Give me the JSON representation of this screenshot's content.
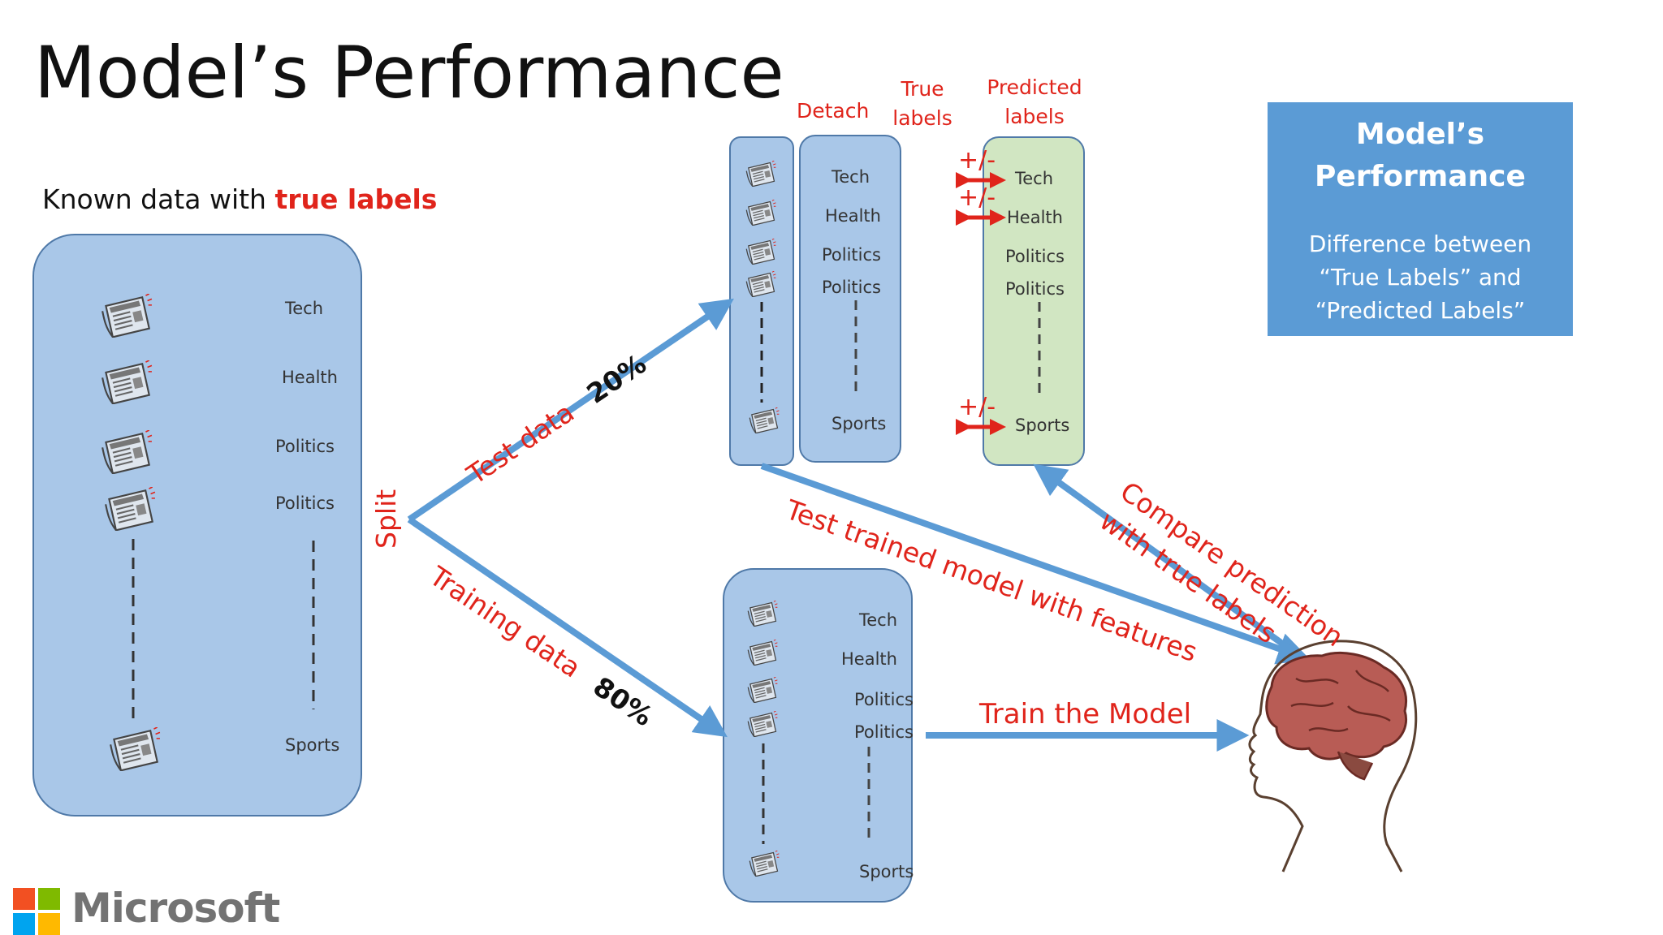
{
  "title": "Model’s Performance",
  "known_data": {
    "prefix": "Known data with ",
    "highlight": "true labels",
    "labels": [
      "Tech",
      "Health",
      "Politics",
      "Politics",
      "Sports"
    ]
  },
  "split_label": "Split",
  "test_branch": {
    "label": "Test data",
    "percent": "20%"
  },
  "train_branch": {
    "label": "Training data",
    "percent": "80%"
  },
  "test_set": {
    "detach_label": "Detach",
    "true_labels_header": "True\nlabels",
    "predicted_labels_header": "Predicted\nlabels",
    "true_labels": [
      "Tech",
      "Health",
      "Politics",
      "Politics",
      "Sports"
    ],
    "predicted_labels": [
      "Tech",
      "Health",
      "Politics",
      "Politics",
      "Sports"
    ],
    "diff_mark": "+/-"
  },
  "train_set": {
    "labels": [
      "Tech",
      "Health",
      "Politics",
      "Politics",
      "Sports"
    ]
  },
  "flows": {
    "train_model": "Train the Model",
    "test_model": "Test trained model with features",
    "compare": "Compare prediction\nwith true labels"
  },
  "summary": {
    "title": "Model’s\nPerformance",
    "description": "Difference between\n“True Labels” and\n“Predicted Labels”"
  },
  "logo": {
    "company": "Microsoft",
    "colors": [
      "#f25022",
      "#7fba00",
      "#00a4ef",
      "#ffb900"
    ]
  },
  "icon_name": "newspaper-icon",
  "colors": {
    "accent_red": "#e0241b",
    "arrow_blue": "#5b9bd5",
    "panel_blue": "#a9c7e8",
    "panel_green": "#d1e6c2"
  }
}
